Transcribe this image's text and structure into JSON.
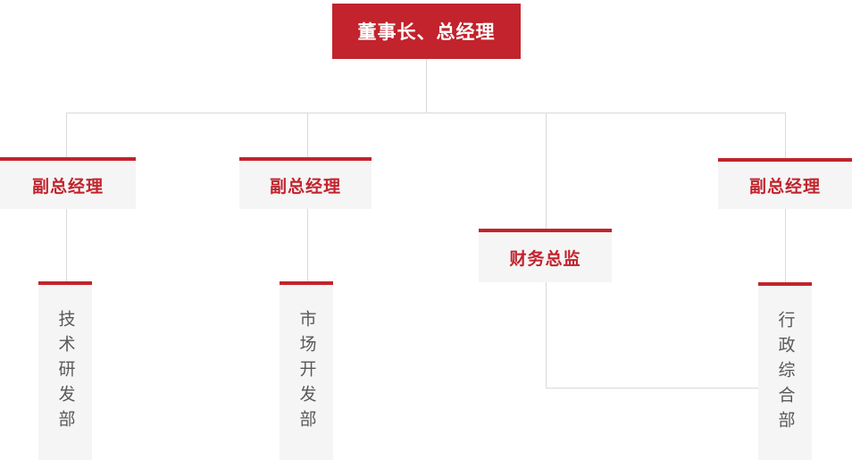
{
  "org_chart": {
    "root": {
      "label": "董事长、总经理"
    },
    "level2": [
      {
        "label": "副总经理"
      },
      {
        "label": "副总经理"
      },
      {
        "label": "财务总监"
      },
      {
        "label": "副总经理"
      }
    ],
    "level3": [
      {
        "label": "技术研发部"
      },
      {
        "label": "市场开发部"
      },
      {
        "label": "行政综合部"
      }
    ]
  },
  "colors": {
    "brand_red": "#c2232c",
    "box_background": "#f5f5f6",
    "connector_line": "#d9d9d9",
    "department_text": "#595959",
    "root_text": "#ffffff",
    "page_background": "#ffffff"
  }
}
